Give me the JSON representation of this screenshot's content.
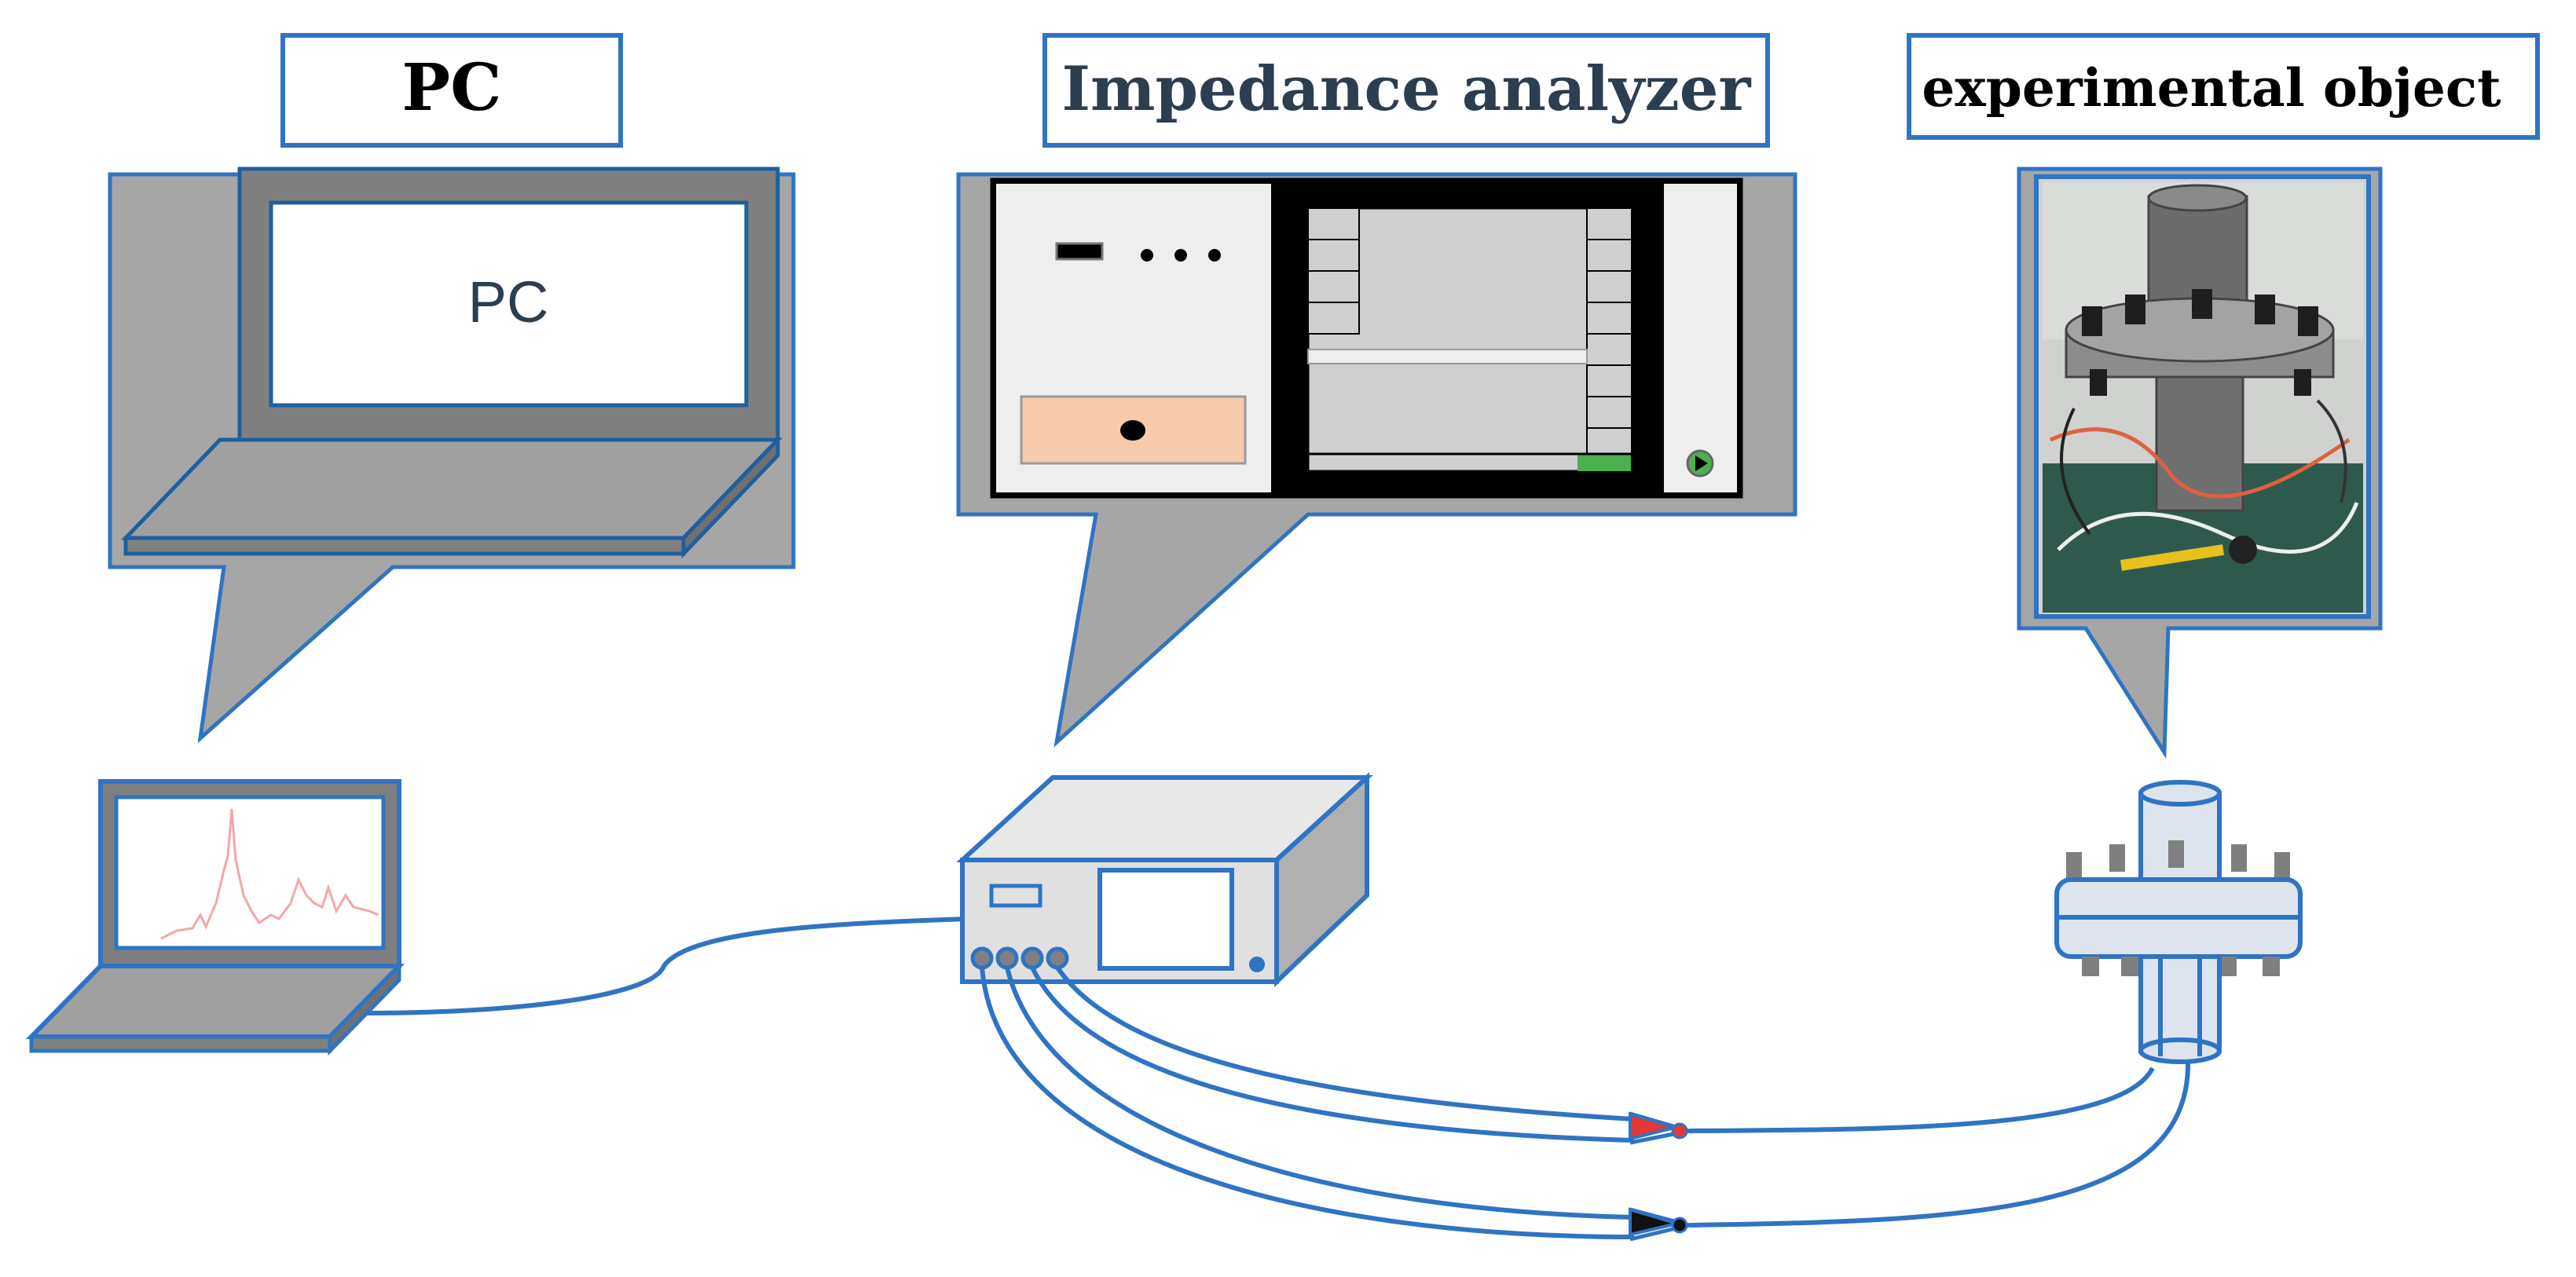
{
  "labels": {
    "pc_title": "PC",
    "analyzer_title": "Impedance analyzer",
    "object_title": "experimental object",
    "pc_screen_text": "PC"
  },
  "colors": {
    "outline_blue": "#2f74c4",
    "callout_gray": "#a6a6a6",
    "device_gray": "#d9d9d9",
    "dark_gray": "#7f7f7f",
    "label_dark": "#2c3e50",
    "peach": "#f8cbad",
    "green": "#4caf50",
    "red_clip": "#e53935",
    "spectrum_pink": "#f4a7a7"
  },
  "icons": [
    "laptop-icon",
    "analyzer-icon",
    "flange-icon",
    "clip-icon",
    "play-icon",
    "spectrum-icon"
  ]
}
